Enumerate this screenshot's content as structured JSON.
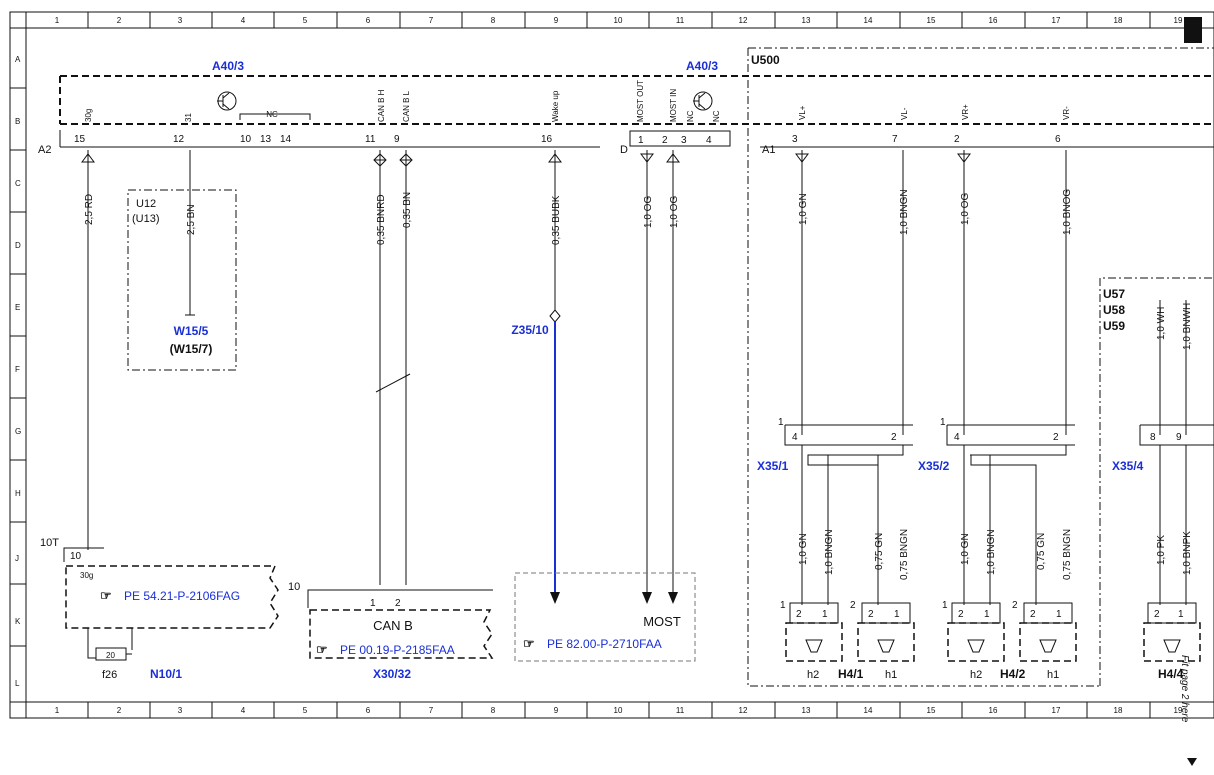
{
  "grid": {
    "columns": [
      "1",
      "2",
      "3",
      "4",
      "5",
      "6",
      "7",
      "8",
      "9",
      "10",
      "11",
      "12",
      "13",
      "14",
      "15",
      "16",
      "17",
      "18",
      "19"
    ],
    "rows": [
      "A",
      "B",
      "C",
      "D",
      "E",
      "F",
      "G",
      "H",
      "J",
      "K",
      "L"
    ]
  },
  "components": {
    "a40_3_left": "A40/3",
    "a40_3_right": "A40/3",
    "u500": "U500",
    "a2": "A2",
    "a1": "A1",
    "d": "D",
    "u12": "U12",
    "u13": "(U13)",
    "w15_5": "W15/5",
    "w15_7": "(W15/7)",
    "z35_10": "Z35/10",
    "x35_1": "X35/1",
    "x35_2": "X35/2",
    "x35_4": "X35/4",
    "u57": "U57",
    "u58": "U58",
    "u59": "U59",
    "t10": "10T",
    "f26": "f26",
    "n10_1": "N10/1",
    "x30_32": "X30/32",
    "can_b": "CAN B",
    "most": "MOST",
    "h4_1": "H4/1",
    "h4_2": "H4/2",
    "h4_4": "H4/4",
    "h2a": "h2",
    "h1a": "h1",
    "h2b": "h2",
    "h1b": "h1"
  },
  "pins": {
    "p15": "15",
    "p12": "12",
    "p10": "10",
    "p13": "13",
    "p14": "14",
    "p11": "11",
    "p9": "9",
    "p16": "16",
    "d1": "1",
    "d2": "2",
    "d3": "3",
    "d4": "4",
    "a1_3": "3",
    "a1_7": "7",
    "a1_2": "2",
    "a1_6": "6",
    "x1_1": "1",
    "x1_4": "4",
    "x1_2": "2",
    "x2_1": "1",
    "x2_4": "4",
    "x2_2": "2",
    "x4_8": "8",
    "x4_9": "9",
    "t10_10": "10",
    "t10_30g": "30g",
    "fuse20": "20",
    "x30_10": "10",
    "x30_1": "1",
    "x30_2": "2",
    "spk1": "1",
    "spk2": "2",
    "spk1b": "1",
    "spk2b": "2",
    "spk_l1": "2",
    "spk_l2": "1",
    "spk_l3": "2",
    "spk_l4": "1",
    "spk_r1": "2",
    "spk_r2": "1",
    "spk_r3": "2",
    "spk_r4": "1",
    "spk_x1": "2",
    "spk_x2": "1"
  },
  "signals": {
    "s30g": "30g",
    "s31": "31",
    "nc": "NC",
    "canbh": "CAN B H",
    "canbl": "CAN B L",
    "wake": "Wake up",
    "mostout": "MOST OUT",
    "mostin": "MOST IN",
    "nc1": "NC",
    "nc2": "NC",
    "vlp": "VL+",
    "vlm": "VL-",
    "vrp": "VR+",
    "vrm": "VR-"
  },
  "wires": {
    "w1": "2,5 RD",
    "w2": "2,5 BN",
    "w3": "0,35 BNRD",
    "w4": "0,35 BN",
    "w5": "0,35 BUBK",
    "w6": "1,0 OG",
    "w7": "1,0 OG",
    "w8": "1,0 GN",
    "w9": "1,0 BNGN",
    "w10": "1,0 OG",
    "w11": "1,0 BNOG",
    "w12": "1,0 WH",
    "w13": "1,0 BNWH",
    "b1": "1,0 GN",
    "b2": "1,0 BNGN",
    "b3": "0,75 GN",
    "b4": "0,75 BNGN",
    "b5": "1,0 GN",
    "b6": "1,0 BNGN",
    "b7": "0,75 GN",
    "b8": "0,75 BNGN",
    "b9": "1,0 PK",
    "b10": "1,0 BNPK"
  },
  "references": {
    "pe1": "PE 54.21-P-2106FAG",
    "pe2": "PE 00.19-P-2185FAA",
    "pe3": "PE 82.00-P-2710FAA"
  },
  "page_note": "Fit page 2 here"
}
